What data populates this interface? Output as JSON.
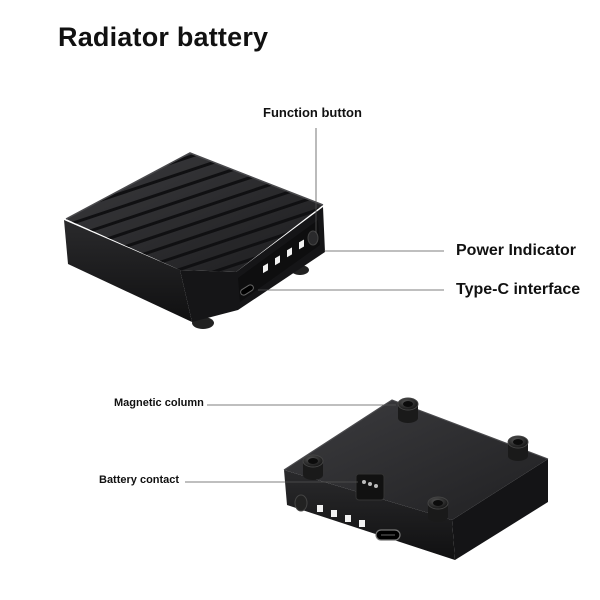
{
  "title": "Radiator battery",
  "labels": {
    "function_button": "Function button",
    "power_indicator": "Power Indicator",
    "type_c_interface": "Type-C interface",
    "magnetic_column": "Magnetic column",
    "battery_contact": "Battery contact"
  },
  "colors": {
    "device_body": "#1c1c1e",
    "device_top": "#2b2b2e",
    "led": "#f2f2f2",
    "leader_line": "#555555"
  }
}
